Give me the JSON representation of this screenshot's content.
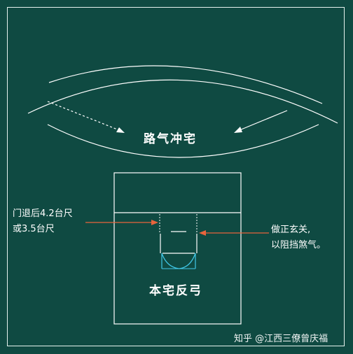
{
  "diagram": {
    "road_label": "路气冲宅",
    "house_label": "本宅反弓",
    "left_note": [
      "门退后4.2台尺",
      "或3.5台尺"
    ],
    "right_note": [
      "做正玄关,",
      "以阻挡煞气。"
    ],
    "watermark": "知乎 @江西三僚曾庆福"
  },
  "colors": {
    "background": "#0f4a42",
    "line": "#ffffff",
    "leader": "#e8643c",
    "door": "#40c8e8"
  }
}
